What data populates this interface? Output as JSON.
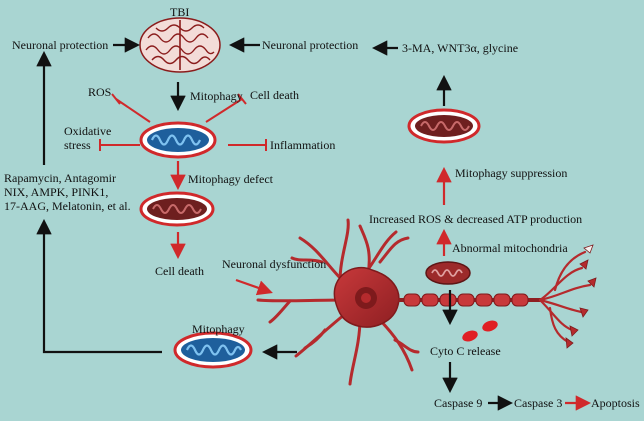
{
  "labels": {
    "tbi": "TBI",
    "neuronal_protection_left": "Neuronal protection",
    "neuronal_protection_right": "Neuronal protection",
    "inducers_right": "3-MA, WNT3α, glycine",
    "ros": "ROS",
    "mitophagy_top": "Mitophagy",
    "cell_death_top": "Cell death",
    "oxidative_stress": "Oxidative\nstress",
    "inflammation": "Inflammation",
    "mitophagy_defect": "Mitophagy defect",
    "drugs_left": "Rapamycin, Antagomir\nNIX, AMPK, PINK1,\n17-AAG, Melatonin, et al.",
    "mitophagy_suppression": "Mitophagy suppression",
    "ros_atp": "Increased ROS & decreased ATP production",
    "abnormal_mito": "Abnormal mitochondria",
    "cell_death_mid": "Cell death",
    "neuronal_dysfunction": "Neuronal dysfunction",
    "mitophagy_bottom": "Mitophagy",
    "cyto_c": "Cyto C release",
    "caspase9": "Caspase 9",
    "caspase3": "Caspase 3",
    "apoptosis": "Apoptosis"
  },
  "colors": {
    "background": "#a9d5d2",
    "inhibit_red": "#d0292b",
    "black_arrow": "#111111",
    "neuron_red": "#b52a2d",
    "mito_healthy": "#3a8fd0",
    "mito_damaged": "#8b2a2a"
  }
}
